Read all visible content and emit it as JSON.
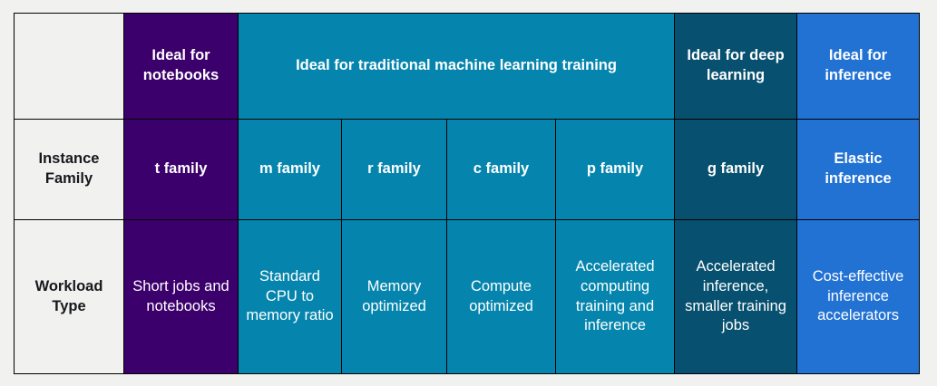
{
  "table": {
    "columns": [
      {
        "key": "label",
        "theme": "rowlabel"
      },
      {
        "key": "t",
        "theme": "purple"
      },
      {
        "key": "m",
        "theme": "teal"
      },
      {
        "key": "r",
        "theme": "teal"
      },
      {
        "key": "c",
        "theme": "teal"
      },
      {
        "key": "p",
        "theme": "teal"
      },
      {
        "key": "g",
        "theme": "darkteal"
      },
      {
        "key": "ei",
        "theme": "blue"
      }
    ],
    "header_row": {
      "corner": "",
      "groups": [
        {
          "label": "Ideal for notebooks",
          "span": 1,
          "theme": "purple"
        },
        {
          "label": "Ideal for traditional machine learning training",
          "span": 4,
          "theme": "teal"
        },
        {
          "label": "Ideal for deep learning",
          "span": 1,
          "theme": "darkteal"
        },
        {
          "label": "Ideal for inference",
          "span": 1,
          "theme": "blue"
        }
      ]
    },
    "family_row": {
      "label": "Instance Family",
      "cells": [
        "t family",
        "m family",
        "r family",
        "c family",
        "p family",
        "g family",
        "Elastic inference"
      ]
    },
    "workload_row": {
      "label": "Workload Type",
      "cells": [
        "Short jobs and notebooks",
        "Standard CPU to memory ratio",
        "Memory optimized",
        "Compute optimized",
        "Accelerated computing training and inference",
        "Accelerated inference, smaller training jobs",
        "Cost-effective inference accelerators"
      ]
    }
  },
  "colors": {
    "page_background": "#f1f1f0",
    "purple": "#3b006b",
    "teal": "#0585ad",
    "dark_teal": "#07506f",
    "blue": "#2272d4",
    "neutral": "#f1f1f0",
    "border": "#000000",
    "text_light": "#ffffff",
    "text_dark": "#16181c"
  }
}
